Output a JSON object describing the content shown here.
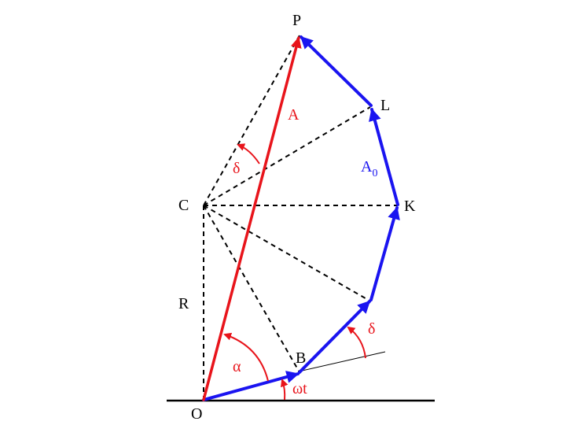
{
  "labels": {
    "P": "P",
    "L": "L",
    "K": "K",
    "C": "C",
    "R": "R",
    "B": "B",
    "O": "O",
    "A": "A",
    "A0_base": "A",
    "A0_sub": "0",
    "delta_top": "δ",
    "delta_right": "δ",
    "alpha": "α",
    "omega_t": "ωt"
  },
  "colors": {
    "resultant": "#e8141b",
    "phasors": "#1a14f0",
    "construction": "#000000"
  }
}
